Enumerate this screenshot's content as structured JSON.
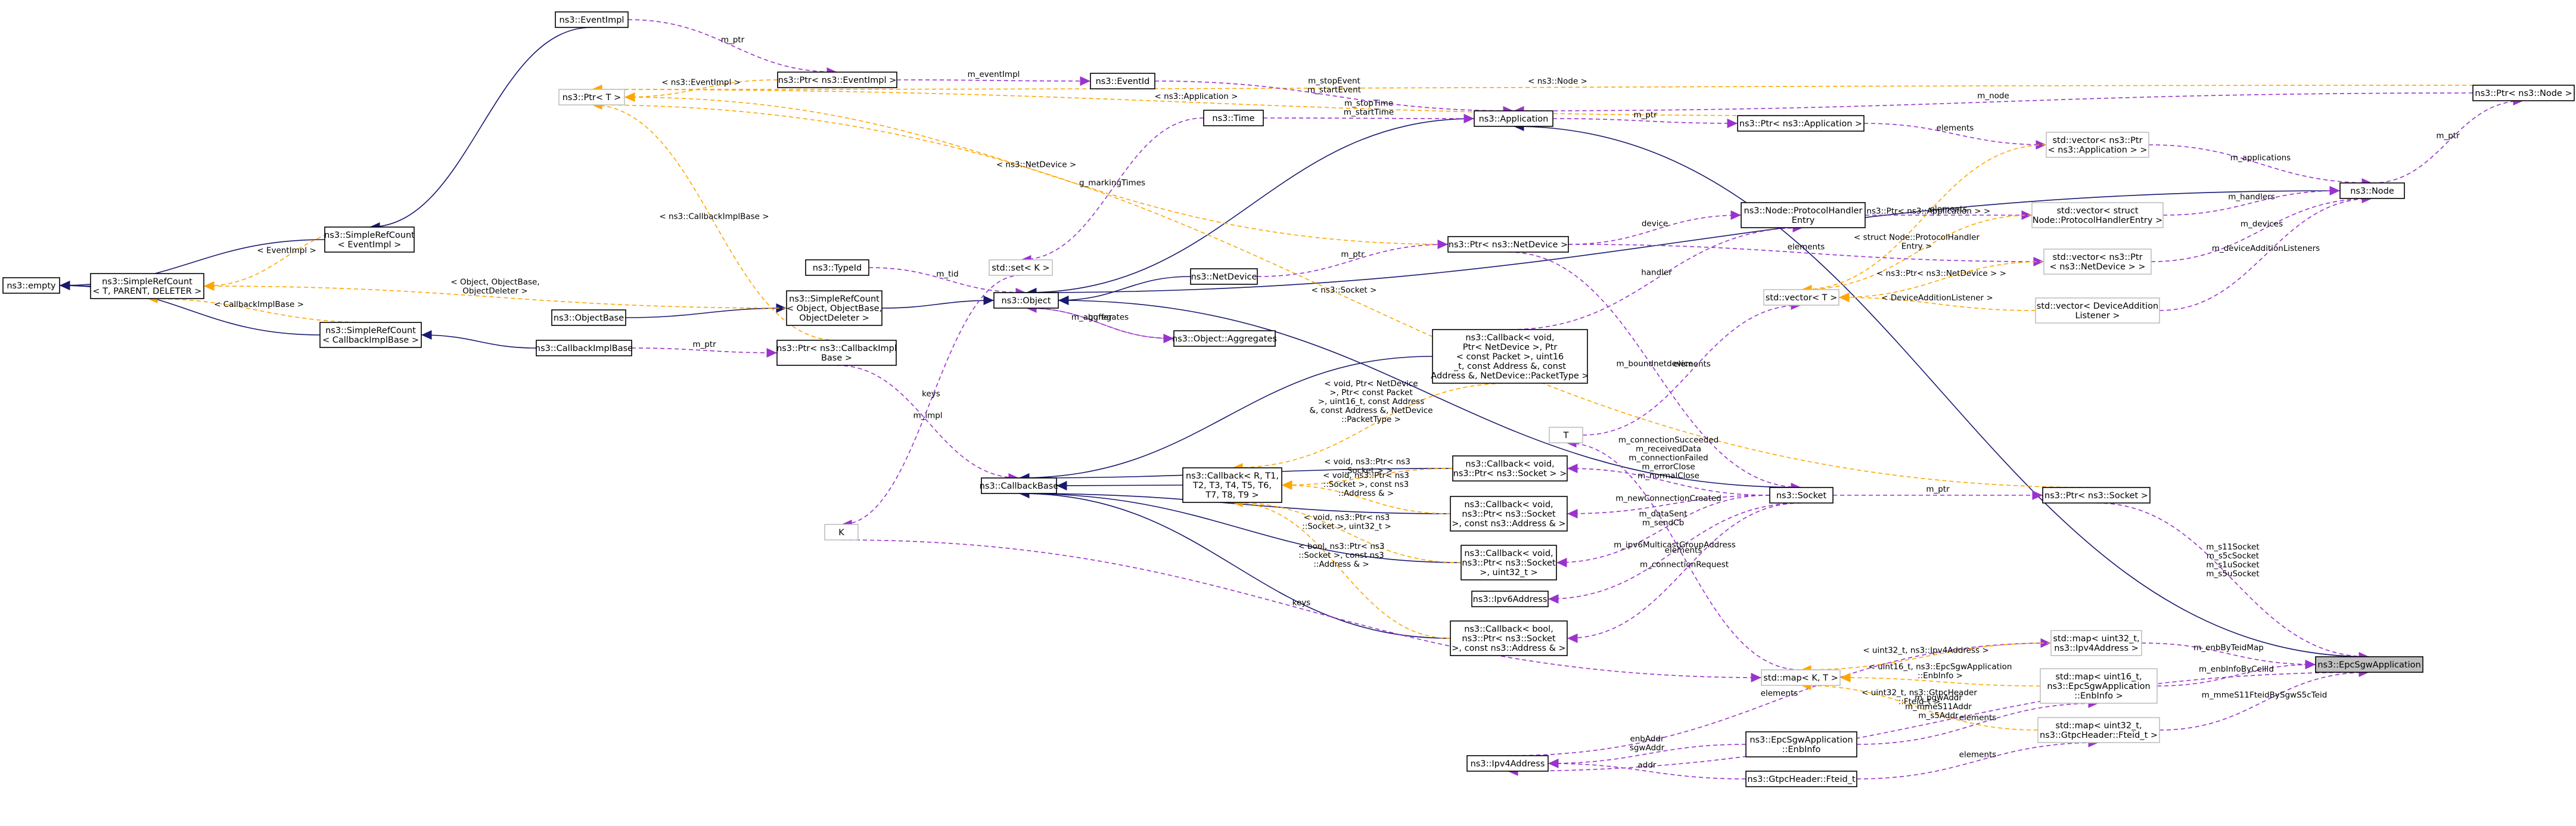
{
  "nodes": {
    "empty": "ns3::empty",
    "simplerefcount_tpl": "ns3::SimpleRefCount\n< T, PARENT, DELETER >",
    "simplerefcount_eventimpl": "ns3::SimpleRefCount\n< EventImpl >",
    "simplerefcount_callbackimpl": "ns3::SimpleRefCount\n< CallbackImplBase >",
    "eventimpl": "ns3::EventImpl",
    "ptr_tpl": "ns3::Ptr< T >",
    "ptr_eventimpl": "ns3::Ptr< ns3::EventImpl >",
    "eventid": "ns3::EventId",
    "time": "ns3::Time",
    "application": "ns3::Application",
    "ptr_application": "ns3::Ptr< ns3::Application >",
    "ptr_node": "ns3::Ptr< ns3::Node >",
    "node": "ns3::Node",
    "vector_ptr_app": "std::vector< ns3::Ptr\n< ns3::Application > >",
    "vector_handler": "std::vector< struct\nNode::ProtocolHandlerEntry >",
    "vector_ptr_netdevice": "std::vector< ns3::Ptr\n< ns3::NetDevice > >",
    "vector_tpl": "std::vector< T >",
    "vector_listener": "std::vector< DeviceAddition\nListener >",
    "protocolhandler": "ns3::Node::ProtocolHandler\nEntry",
    "ptr_netdevice": "ns3::Ptr< ns3::NetDevice >",
    "netdevice": "ns3::NetDevice",
    "typeid": "ns3::TypeId",
    "set_tpl": "std::set< K >",
    "object": "ns3::Object",
    "simplerefcount_object": "ns3::SimpleRefCount\n< Object, ObjectBase,\nObjectDeleter >",
    "objectbase": "ns3::ObjectBase",
    "callbackimplbase": "ns3::CallbackImplBase",
    "ptr_callbackimpl": "ns3::Ptr< ns3::CallbackImpl\nBase >",
    "aggregates": "ns3::Object::Aggregates",
    "callback_netdevice": "ns3::Callback< void,\nPtr< NetDevice >, Ptr\n< const Packet >, uint16\n_t, const Address &, const\nAddress &, NetDevice::PacketType >",
    "callbackbase": "ns3::CallbackBase",
    "callback_tpl": "ns3::Callback< R, T1,\nT2, T3, T4, T5, T6,\nT7, T8, T9 >",
    "callback_socket": "ns3::Callback< void,\nns3::Ptr< ns3::Socket > >",
    "callback_socket_addr": "ns3::Callback< void,\nns3::Ptr< ns3::Socket\n>, const ns3::Address & >",
    "callback_socket_uint": "ns3::Callback< void,\nns3::Ptr< ns3::Socket\n>, uint32_t >",
    "ipv6address": "ns3::Ipv6Address",
    "callback_bool": "ns3::Callback< bool,\nns3::Ptr< ns3::Socket\n>, const ns3::Address & >",
    "t": "T",
    "k": "K",
    "socket": "ns3::Socket",
    "ptr_socket": "ns3::Ptr< ns3::Socket >",
    "map_uint_ipv4": "std::map< uint32_t,\nns3::Ipv4Address >",
    "map_tpl": "std::map< K, T >",
    "map_enbinfo": "std::map< uint16_t,\nns3::EpcSgwApplication\n::EnbInfo >",
    "map_fteid": "std::map< uint32_t,\nns3::GtpcHeader::Fteid_t >",
    "epcsgwapplication": "ns3::EpcSgwApplication",
    "enbinfo": "ns3::EpcSgwApplication\n::EnbInfo",
    "fteid": "ns3::GtpcHeader::Fteid_t",
    "ipv4address": "ns3::Ipv4Address"
  },
  "edge_labels": {
    "m_ptr_eventimpl": "m_ptr",
    "tpl_node": "< ns3::Node >",
    "tpl_application": "< ns3::Application >",
    "tpl_eventimpl": "< ns3::EventImpl >",
    "m_eventimpl": "m_eventImpl",
    "m_stopevent": "m_stopEvent\nm_startEvent",
    "tpl_netdevice_ptr": "< ns3::NetDevice >",
    "g_markingtimes": "g_markingTimes",
    "m_stoptime": "m_stopTime\nm_startTime",
    "m_ptr_app": "m_ptr",
    "m_node": "m_node",
    "m_ptr_node": "m_ptr",
    "elements_app": "elements",
    "m_applications": "m_applications",
    "tpl_ptr_app": "< ns3::Ptr< ns3::Application > >",
    "m_handlers": "m_handlers",
    "elements_handler": "elements",
    "tpl_handler": "< struct Node::ProtocolHandler\nEntry >",
    "m_devices": "m_devices",
    "device": "device",
    "handler": "handler",
    "elements_netdevice": "elements",
    "tpl_ptr_netdevice": "< ns3::Ptr< ns3::NetDevice > >",
    "m_deviceadditionlisteners": "m_deviceAdditionListeners",
    "tpl_listener": "< DeviceAdditionListener >",
    "elements_listener": "elements",
    "tpl_socket": "< ns3::Socket >",
    "m_ptr_netdevice": "m_ptr",
    "tpl_eventimpl_src": "< EventImpl >",
    "tpl_object_base": "< Object, ObjectBase,\nObjectDeleter >",
    "tpl_callbackimplbase": "< CallbackImplBase >",
    "tpl_callbackimplbase_ptr": "< ns3::CallbackImplBase >",
    "m_tid": "m_tid",
    "keys_set": "keys",
    "buffer": "buffer",
    "m_aggregates": "m_aggregates",
    "m_ptr_callbackimpl": "m_ptr",
    "m_impl": "m_impl",
    "tpl_callback_netdevice": "< void, Ptr< NetDevice\n>, Ptr< const Packet\n>, uint16_t, const Address\n&, const Address &, NetDevice\n::PacketType >",
    "m_bounddevice": "m_boundnetdevice",
    "elements_socket": "elements",
    "tpl_callback_socket": "< void, ns3::Ptr< ns3\n::Socket > >",
    "tpl_callback_socket_addr": "< void, ns3::Ptr< ns3\n::Socket >, const ns3\n::Address & >",
    "tpl_callback_socket_uint": "< void, ns3::Ptr< ns3\n::Socket >, uint32_t >",
    "tpl_callback_bool": "< bool, ns3::Ptr< ns3\n::Socket >, const ns3\n::Address & >",
    "m_connection": "m_connectionSucceeded\nm_receivedData\nm_connectionFailed\nm_errorClose\nm_normalClose",
    "m_newconnection": "m_newConnectionCreated",
    "m_datasent": "m_dataSent\nm_sendCb",
    "m_ipv6": "m_ipv6MulticastGroupAddress",
    "m_connectionrequest": "m_connectionRequest",
    "m_ptr_socket": "m_ptr",
    "m_s11socket": "m_s11Socket\nm_s5cSocket\nm_s1uSocket\nm_s5uSocket",
    "elements_ipv4": "elements",
    "tpl_map_ipv4": "< uint32_t, ns3::Ipv4Address >",
    "m_enbbytedmap": "m_enbByTeidMap",
    "keys_map": "keys",
    "tpl_map_enbinfo": "< uint16_t, ns3::EpcSgwApplication\n::EnbInfo >",
    "m_enbinfobycellid": "m_enbInfoByCellId",
    "tpl_map_fteid": "< uint32_t, ns3::GtpcHeader\n::Fteid_t >",
    "m_mme": "m_mmeS11FteidBySgwS5cTeid",
    "elements_enbinfo": "elements",
    "elements_fteid": "elements",
    "enbaddr": "enbAddr\nsgwAddr",
    "addr": "addr",
    "m_pgwaddr": "m_pgwAddr\nm_mmeS11Addr\nm_s5Addr",
    "tpl_ptr_t": "< ns3::CallbackImplBase >"
  },
  "colors": {
    "inheritance": "#191970",
    "usage": "#9a32cd",
    "template": "#ffa500",
    "focus_fill": "#bfbfbf"
  }
}
